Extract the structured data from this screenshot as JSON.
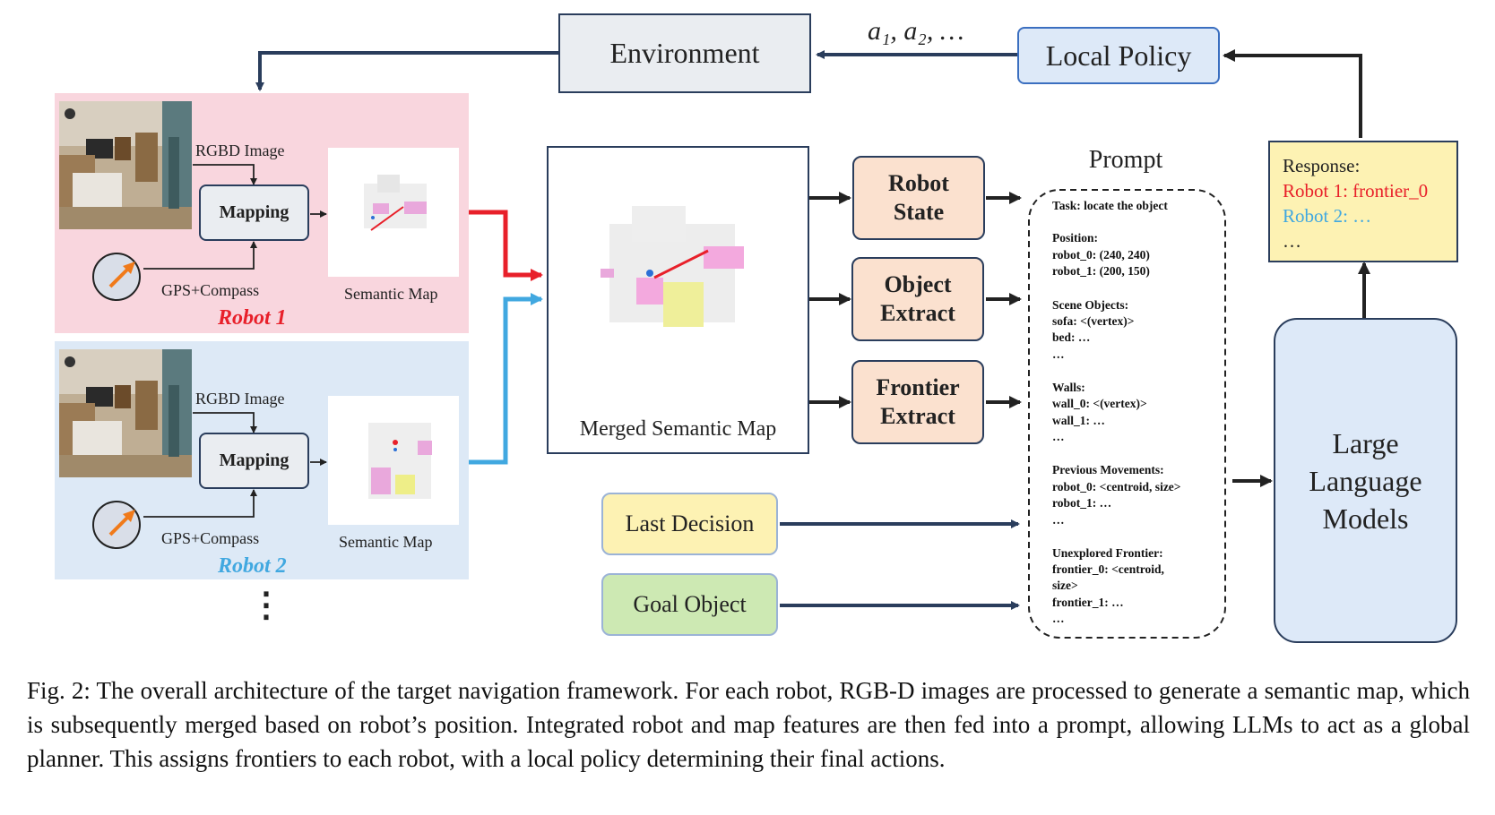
{
  "environment": {
    "label": "Environment"
  },
  "actions": {
    "label": "a₁, a₂, …"
  },
  "local_policy": {
    "label": "Local Policy"
  },
  "robot1": {
    "rgbd_label": "RGBD Image",
    "mapping_label": "Mapping",
    "gps_label": "GPS+Compass",
    "semantic_map_label": "Semantic Map",
    "name": "Robot 1",
    "color": "#e8202a",
    "panel_color": "#f9d6de"
  },
  "robot2": {
    "rgbd_label": "RGBD Image",
    "mapping_label": "Mapping",
    "gps_label": "GPS+Compass",
    "semantic_map_label": "Semantic Map",
    "name": "Robot 2",
    "color": "#41a8e0",
    "panel_color": "#dde9f6"
  },
  "ellipsis": "⋮",
  "merged_map": {
    "label": "Merged Semantic Map"
  },
  "robot_state": {
    "line1": "Robot",
    "line2": "State"
  },
  "object_extract": {
    "line1": "Object",
    "line2": "Extract"
  },
  "frontier_extract": {
    "line1": "Frontier",
    "line2": "Extract"
  },
  "last_decision": {
    "label": "Last Decision"
  },
  "goal_object": {
    "label": "Goal Object"
  },
  "prompt": {
    "title": "Prompt",
    "lines": [
      "Task: locate the object",
      "Position:",
      "robot_0: (240, 240)",
      "robot_1: (200, 150)",
      "Scene Objects:",
      "sofa: <(vertex)>",
      "bed: …",
      "…",
      "Walls:",
      "wall_0: <(vertex)>",
      "wall_1: …",
      "…",
      "Previous Movements:",
      "robot_0: <centroid, size>",
      "robot_1: …",
      "…",
      "Unexplored Frontier:",
      "frontier_0: <centroid,",
      "size>",
      "frontier_1: …",
      "…"
    ]
  },
  "response": {
    "title": "Response:",
    "line1": "Robot 1: frontier_0",
    "line2": "Robot 2: …",
    "line3": "…"
  },
  "llm": {
    "line1": "Large",
    "line2": "Language",
    "line3": "Models"
  },
  "caption": "Fig. 2: The overall architecture of the target navigation framework. For each robot, RGB-D images are processed to generate a semantic map, which is subsequently merged based on robot’s position. Integrated robot and map features are then fed into a prompt, allowing LLMs to act as a global planner. This assigns frontiers to each robot, with a local policy determining their final actions.",
  "colors": {
    "arrow_dark": "#2a3d5c",
    "robot1_red": "#e8202a",
    "robot2_blue": "#41a8e0",
    "extract_fill": "#fbe1cf",
    "prompt_fill": "#e4f5d6",
    "llm_fill": "#dde9f8",
    "policy_fill": "#dde9f8",
    "response_fill": "#fdf2b3",
    "last_decision_fill": "#fdf2b3",
    "goal_object_fill": "#cde9b3"
  }
}
